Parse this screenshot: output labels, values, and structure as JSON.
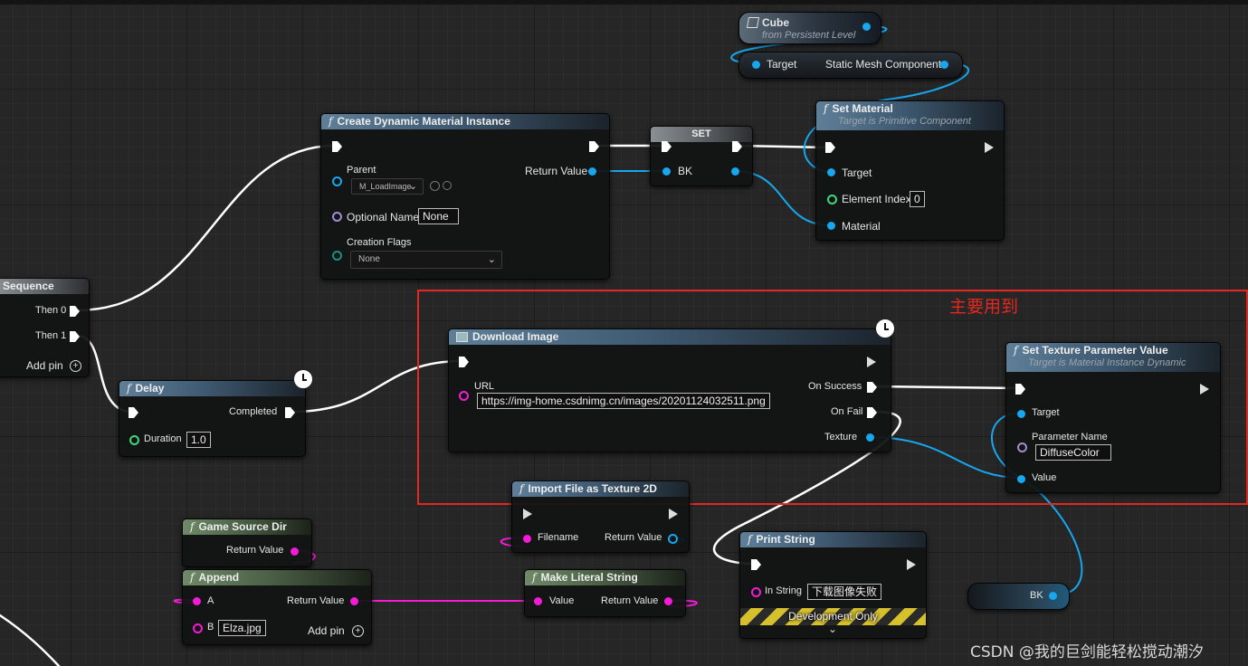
{
  "annotation_text": "主要用到",
  "watermark": "CSDN @我的巨剑能轻松搅动潮汐",
  "nodes": {
    "cube": {
      "title": "Cube",
      "subtitle": "from Persistent Level"
    },
    "get_sm": {
      "target": "Target",
      "output": "Static Mesh Component"
    },
    "create_dmi": {
      "title": "Create Dynamic Material Instance",
      "parent": "Parent",
      "parent_value": "M_LoadImage",
      "return_value": "Return Value",
      "optional_name": "Optional Name",
      "optional_name_value": "None",
      "creation_flags": "Creation Flags",
      "creation_flags_value": "None"
    },
    "set": {
      "title": "SET",
      "pin": "BK"
    },
    "set_material": {
      "title": "Set Material",
      "subtitle": "Target is Primitive Component",
      "target": "Target",
      "element_index": "Element Index",
      "element_index_value": "0",
      "material": "Material"
    },
    "sequence": {
      "title": "Sequence",
      "then0": "Then 0",
      "then1": "Then 1",
      "add_pin": "Add pin"
    },
    "delay": {
      "title": "Delay",
      "completed": "Completed",
      "duration": "Duration",
      "duration_value": "1.0"
    },
    "download_image": {
      "title": "Download Image",
      "url": "URL",
      "url_value": "https://img-home.csdnimg.cn/images/20201124032511.png",
      "on_success": "On Success",
      "on_fail": "On Fail",
      "texture": "Texture"
    },
    "set_texture_param": {
      "title": "Set Texture Parameter Value",
      "subtitle": "Target is Material Instance Dynamic",
      "target": "Target",
      "param_name": "Parameter Name",
      "param_name_value": "DiffuseColor",
      "value": "Value"
    },
    "import_file": {
      "title": "Import File as Texture 2D",
      "filename": "Filename",
      "return_value": "Return Value"
    },
    "game_source_dir": {
      "title": "Game Source Dir",
      "return_value": "Return Value"
    },
    "append": {
      "title": "Append",
      "a": "A",
      "b": "B",
      "b_value": "Elza.jpg",
      "return_value": "Return Value",
      "add_pin": "Add pin"
    },
    "make_literal": {
      "title": "Make Literal String",
      "value": "Value",
      "return_value": "Return Value"
    },
    "print_string": {
      "title": "Print String",
      "in_string": "In String",
      "in_string_value": "下载图像失败",
      "dev_only": "Development Only"
    },
    "bk_var": {
      "label": "BK"
    }
  },
  "colors": {
    "exec": "#ffffff",
    "object_pin": "#16a7ee",
    "string_pin": "#f51bd5",
    "int_pin": "#44d67a",
    "highlight": "#e5281f"
  }
}
